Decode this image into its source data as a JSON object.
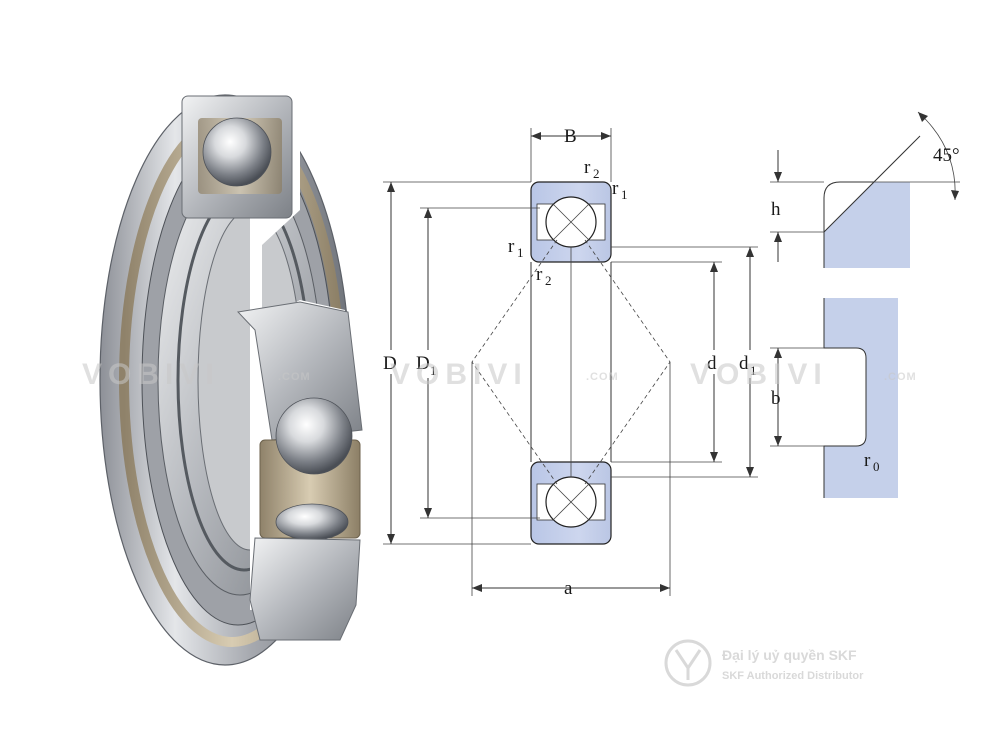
{
  "labels": {
    "B": "B",
    "r2_top": "r",
    "r2_top_sub": "2",
    "r1_top": "r",
    "r1_top_sub": "1",
    "r1_left": "r",
    "r1_left_sub": "1",
    "r2_left": "r",
    "r2_left_sub": "2",
    "D": "D",
    "D1": "D",
    "D1_sub": "1",
    "d": "d",
    "d1": "d",
    "d1_sub": "1",
    "a": "a",
    "h": "h",
    "angle": "45°",
    "b": "b",
    "r0": "r",
    "r0_sub": "0"
  },
  "watermark": {
    "brand": "VOBIVI",
    "domain": ".COM"
  },
  "badge": {
    "line1": "Đại lý uỷ quyền SKF",
    "line2": "SKF Authorized Distributor"
  },
  "colors": {
    "section_fill": "#c5d0ea",
    "ring_steel": "#b9bcc2",
    "cage_bronze": "#b9ab90"
  }
}
